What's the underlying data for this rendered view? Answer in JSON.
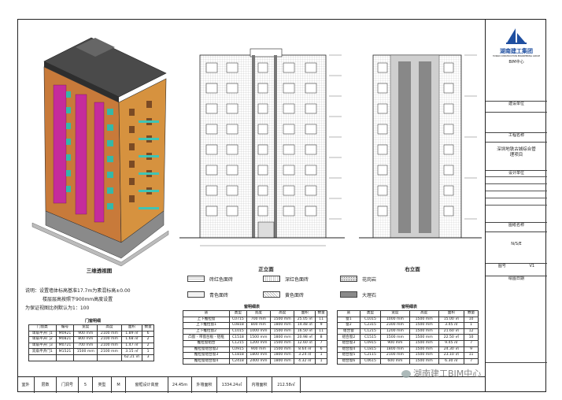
{
  "views": {
    "axon_title": "三维透视图",
    "front_title": "正立面",
    "side_title": "右立面"
  },
  "legend": [
    {
      "label": "砖红色面砖",
      "pattern": "grid"
    },
    {
      "label": "深红色面砖",
      "pattern": "grid"
    },
    {
      "label": "花岗岩",
      "pattern": "dots"
    },
    {
      "label": "青色面砖",
      "pattern": "plain"
    },
    {
      "label": "黄色面砖",
      "pattern": "grid"
    },
    {
      "label": "大理石",
      "pattern": "dark"
    }
  ],
  "note": {
    "lines": [
      "说明：设置墙体标高基准17.7m为素混标高±0.00",
      "楼层层高按照下900mm高度设置",
      "为保证视图比例默认为1：100"
    ]
  },
  "door_table": {
    "title": "门窗明细",
    "headers": [
      "门窗类",
      "编号",
      "宽度",
      "高度",
      "面积",
      "数量"
    ],
    "rows": [
      [
        "单扇平开门1",
        "M0921",
        "900 mm",
        "2100 mm",
        "1.89 ㎡",
        "6"
      ],
      [
        "单扇平开门2",
        "M0821",
        "800 mm",
        "2100 mm",
        "1.68 ㎡",
        "2"
      ],
      [
        "单扇平开门3",
        "M0721",
        "700 mm",
        "2100 mm",
        "1.47 ㎡",
        "2"
      ],
      [
        "双扇平开门1",
        "M1521",
        "1500 mm",
        "2100 mm",
        "3.15 ㎡",
        "1"
      ],
      [
        "",
        "",
        "",
        "",
        "62.21 ㎡",
        "3"
      ]
    ]
  },
  "window_table_a": {
    "title": "窗明细表",
    "headers": [
      "族",
      "类型",
      "宽度",
      "高度",
      "面积",
      "数量"
    ],
    "rows": [
      [
        "上下推拉窗",
        "C0715",
        "700 mm",
        "1500 mm",
        "25.05 ㎡",
        "11"
      ],
      [
        "上下推拉窗1",
        "C0818",
        "800 mm",
        "1800 mm",
        "14.48 ㎡",
        "9"
      ],
      [
        "上下推拉窗2",
        "C1015",
        "1000 mm",
        "1500 mm",
        "16.50 ㎡",
        "11"
      ],
      [
        "凸窗 - 带窗台板 - 铝框",
        "C1518",
        "1500 mm",
        "1800 mm",
        "20.98 ㎡",
        "8"
      ],
      [
        "推拉窗组合",
        "C1215",
        "1200 mm",
        "1500 mm",
        "12.60 ㎡",
        "7"
      ],
      [
        "推拉窗组合窗2",
        "C0915",
        "900 mm",
        "1500 mm",
        "8.64 ㎡",
        "6"
      ],
      [
        "推拉窗组合窗3",
        "C1818",
        "1800 mm",
        "1800 mm",
        "3.24 ㎡",
        "1"
      ],
      [
        "推拉窗组合窗4",
        "C2418",
        "2400 mm",
        "1800 mm",
        "4.32 ㎡",
        "1"
      ]
    ]
  },
  "window_table_b": {
    "title": "窗明细表",
    "headers": [
      "族",
      "类型",
      "宽度",
      "高度",
      "面积",
      "数量"
    ],
    "rows": [
      [
        "窗1",
        "C1015",
        "1000 mm",
        "1500 mm",
        "15.00 ㎡",
        "10"
      ],
      [
        "窗2",
        "C2315",
        "2300 mm",
        "1500 mm",
        "3.45 ㎡",
        "1"
      ],
      [
        "组合窗",
        "C1215",
        "1200 mm",
        "1500 mm",
        "21.60 ㎡",
        "12"
      ],
      [
        "组合窗2",
        "C1515",
        "1500 mm",
        "1500 mm",
        "22.50 ㎡",
        "10"
      ],
      [
        "组合窗3",
        "C0915",
        "900 mm",
        "1500 mm",
        "9.45 ㎡",
        "7"
      ],
      [
        "组合窗4",
        "C1815",
        "1800 mm",
        "1500 mm",
        "24.30 ㎡",
        "9"
      ],
      [
        "组合窗5",
        "C2115",
        "2100 mm",
        "1500 mm",
        "23.10 ㎡",
        "11"
      ],
      [
        "组合窗6",
        "C0615",
        "600 mm",
        "1500 mm",
        "6.30 ㎡",
        "7"
      ]
    ]
  },
  "bottom_bar": [
    "室外",
    "层数",
    "门洞号",
    "5",
    "类型",
    "M",
    "窗框设计高度",
    "24.45m",
    "外墙面积",
    "1334.24㎡",
    "内墙面积",
    "212.58㎡"
  ],
  "title_block": {
    "company": "湖南建工集团",
    "company_en": "HUNAN CONSTRUCTION ENGINEERING GROUP",
    "center": "BIM中心",
    "row_build": "建设单位",
    "row_project": "工程名称",
    "project_name": "深圳地铁古城综合管理项目",
    "row_design": "设计单位",
    "row_drawing": "图纸名称",
    "drawing_name": "N/S/E",
    "row_drawing_no": "图号",
    "drawing_no": "V1",
    "row_date": "绘图日期"
  },
  "watermark": "湖南建工BIM中心"
}
